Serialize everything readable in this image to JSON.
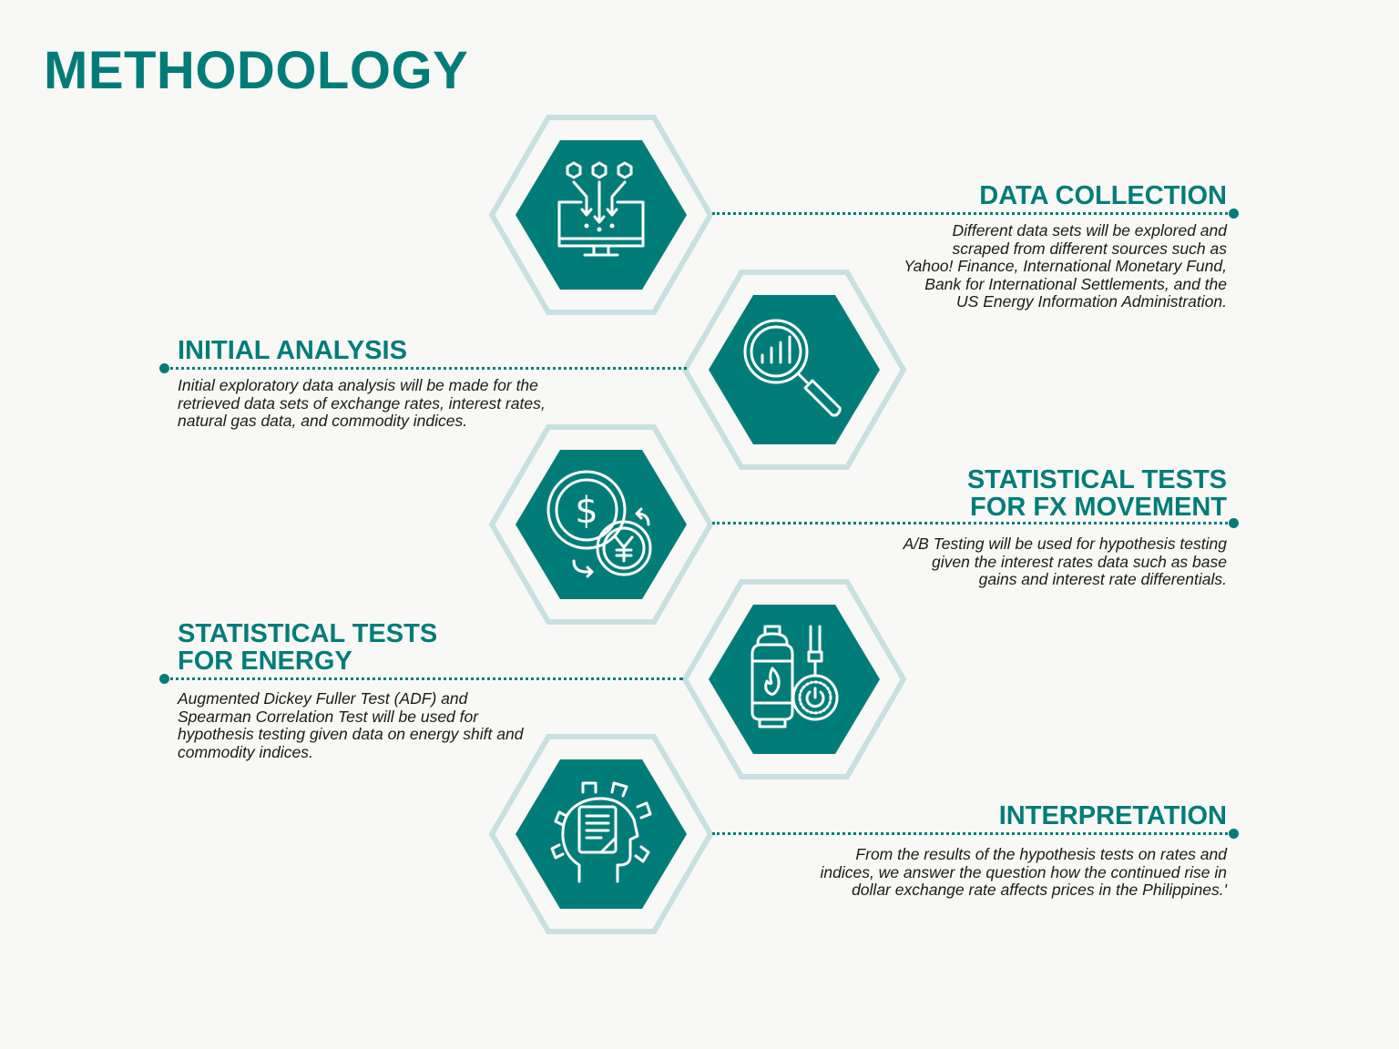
{
  "title": "METHODOLOGY",
  "colors": {
    "accent": "#007c78",
    "hex_outline": "#c9e0e0",
    "background": "#f8f9f7",
    "text": "#1a1a1a"
  },
  "steps": [
    {
      "title": "DATA COLLECTION",
      "description": "Different data sets will be explored and scraped from different sources such as Yahoo! Finance, International Monetary Fund, Bank for International Settlements, and the US Energy Information Administration.",
      "icon": "data-collection-monitor-icon"
    },
    {
      "title": "INITIAL ANALYSIS",
      "description": "Initial exploratory data analysis will be made for the retrieved data sets of exchange rates, interest rates, natural gas data, and commodity indices.",
      "icon": "magnifier-chart-icon"
    },
    {
      "title": "STATISTICAL TESTS\nFOR FX MOVEMENT",
      "description": "A/B Testing will be used for hypothesis testing given the interest rates data such as base gains and interest rate differentials.",
      "icon": "currency-exchange-icon"
    },
    {
      "title": "STATISTICAL TESTS\nFOR ENERGY",
      "description": "Augmented Dickey Fuller Test (ADF) and Spearman Correlation Test will be used for hypothesis testing given data on energy shift and commodity indices.",
      "icon": "gas-cylinder-power-icon"
    },
    {
      "title": "INTERPRETATION",
      "description": "From the results of the hypothesis tests on rates and indices, we answer the question how the continued rise in dollar exchange rate affects prices in the Philippines.'",
      "icon": "head-gear-document-icon"
    }
  ]
}
